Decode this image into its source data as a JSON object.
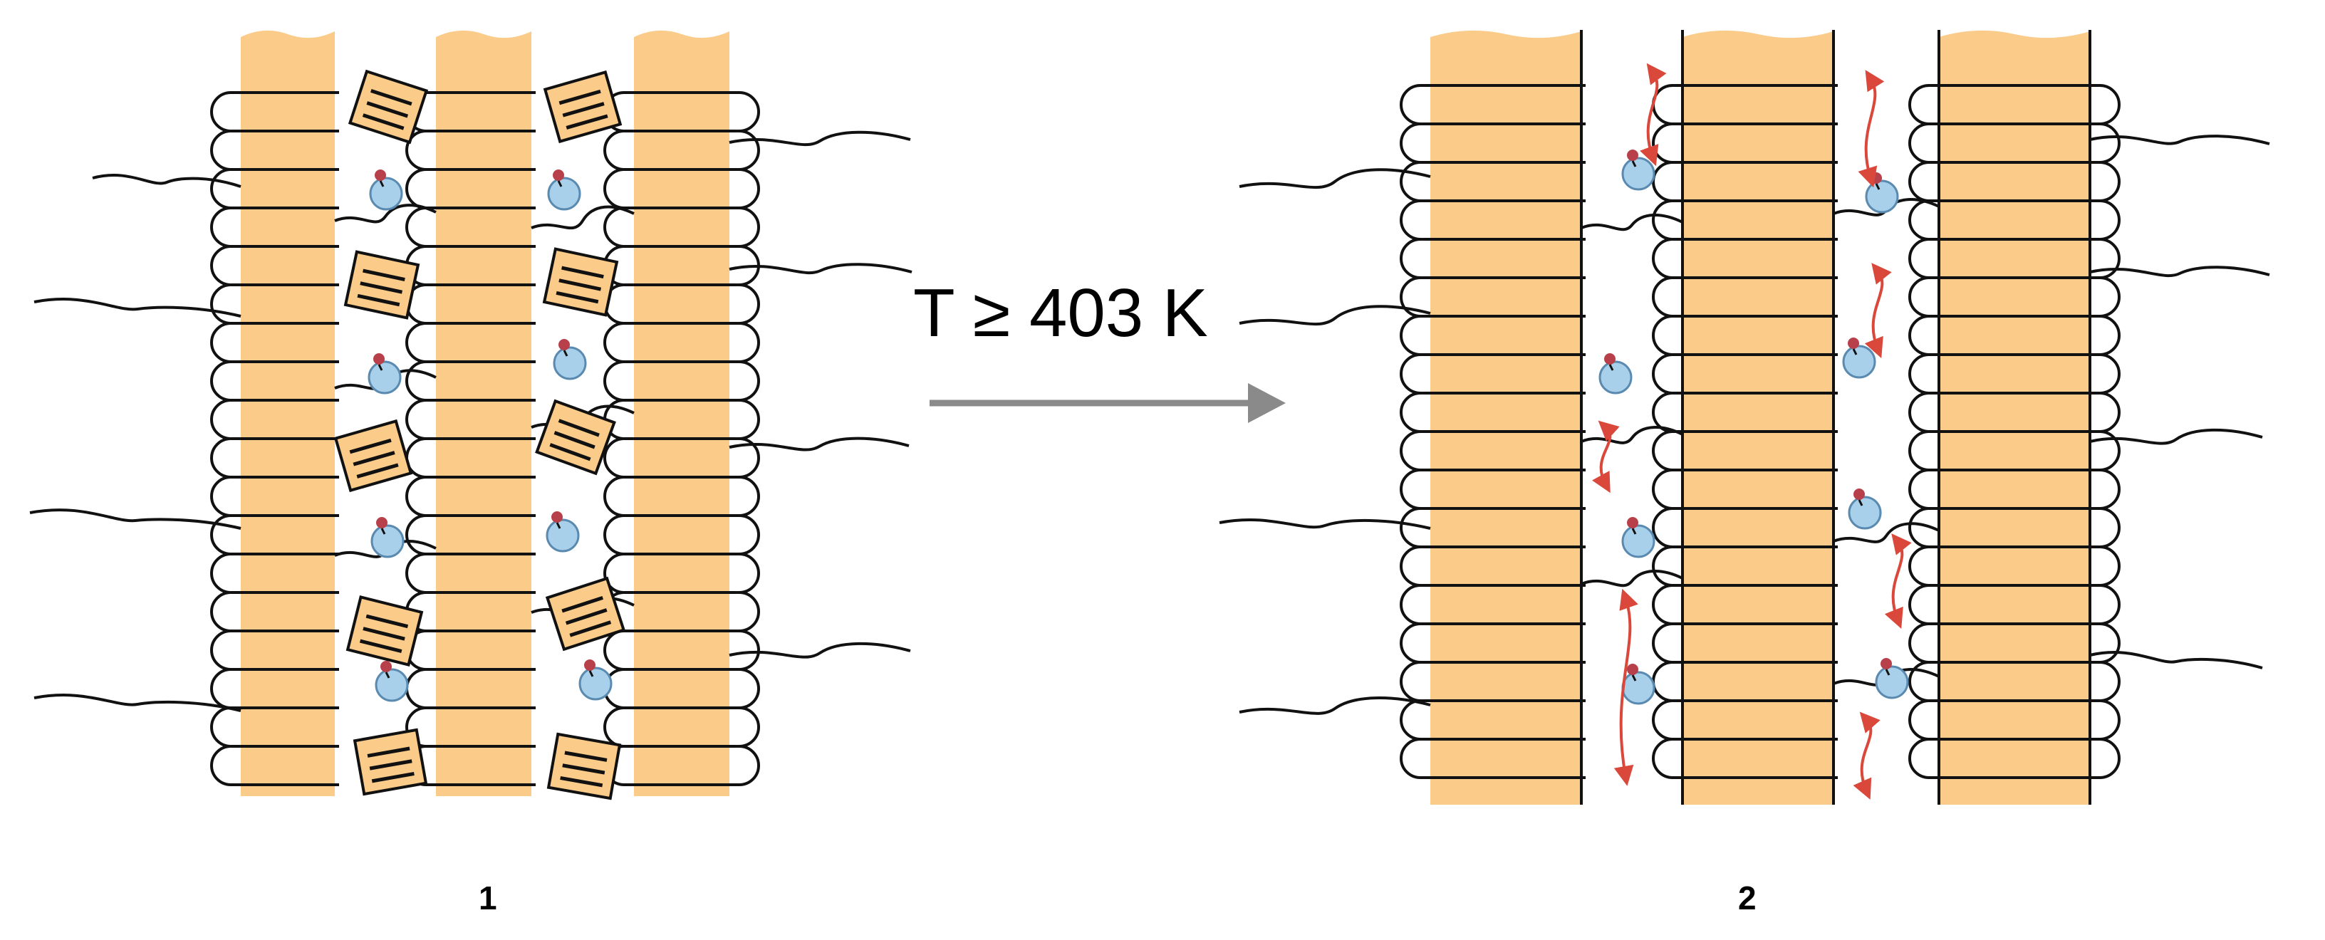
{
  "reaction": {
    "condition": "T ≥ 403 K"
  },
  "structures": [
    {
      "label": "1"
    },
    {
      "label": "2"
    }
  ],
  "colors": {
    "chain_fill": "#FBCB8A",
    "stroke": "#111111",
    "guest_fill": "#A8D0EA",
    "oxygen": "#B8404A",
    "arrow": "#8A8A8A",
    "migration_arrow": "#D9483A"
  },
  "icons": {
    "guest_molecule": "hydrated-cation-icon",
    "interlayer_ligand": "stacked-ring-molecule-icon",
    "migration": "curved-double-arrow-icon",
    "reaction_arrow": "right-arrow-icon"
  }
}
